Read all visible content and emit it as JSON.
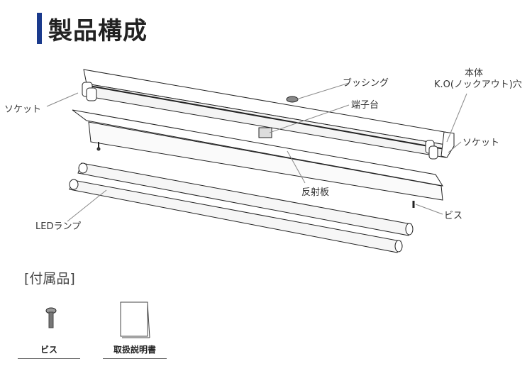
{
  "title": "製品構成",
  "labels": {
    "bushing": "ブッシング",
    "ko_hole_line1": "本体",
    "ko_hole_line2": "K.O(ノックアウト)穴",
    "socket_left": "ソケット",
    "terminal_block": "端子台",
    "socket_right": "ソケット",
    "reflector": "反射板",
    "screw": "ビス",
    "led_lamp": "LEDランプ"
  },
  "accessories": {
    "title": "[付属品]",
    "items": [
      {
        "label": "ビス",
        "icon": "screw-icon"
      },
      {
        "label": "取扱説明書",
        "icon": "manual-icon"
      }
    ]
  }
}
